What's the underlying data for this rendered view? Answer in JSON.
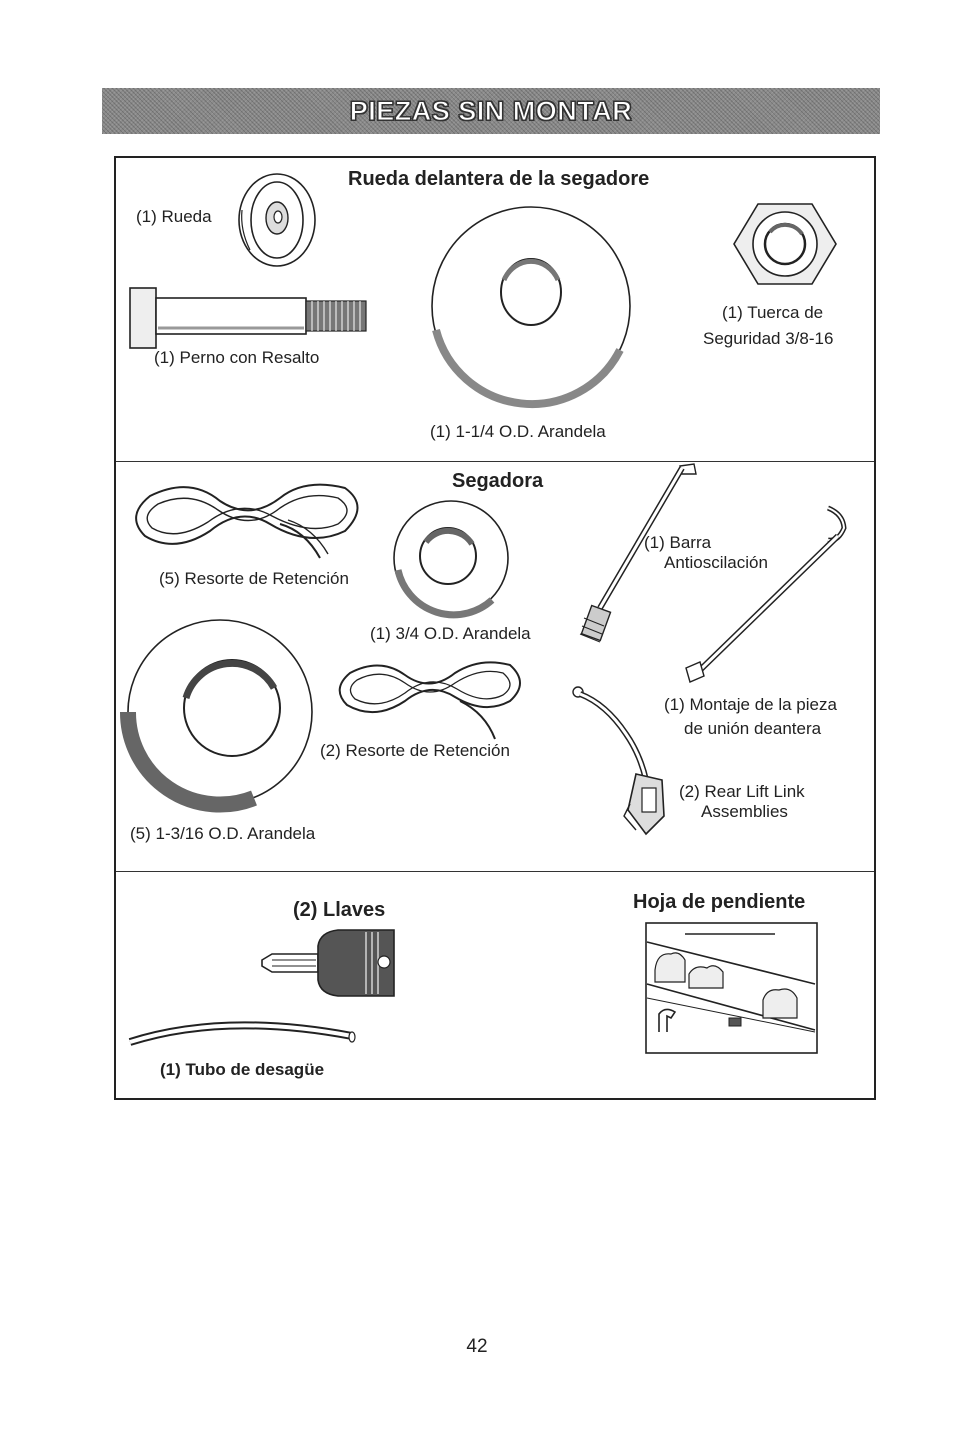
{
  "banner": {
    "title": "PIEZAS SIN MONTAR"
  },
  "sections": {
    "front_wheel": {
      "heading": "Rueda delantera de la segadore",
      "wheel": "(1) Rueda",
      "bolt": "(1) Perno  con Resalto",
      "washer": "(1) 1-1/4 O.D. Arandela",
      "nut": [
        "(1) Tuerca de",
        "Seguridad  3/8-16"
      ]
    },
    "mower": {
      "heading": "Segadora",
      "retainer_spring_5": "(5) Resorte de Retención",
      "washer_34": "(1) 3/4 O.D. Arandela",
      "retainer_spring_2": "(2) Resorte de Retención",
      "washer_1316": "(5) 1-3/16 O.D. Arandela",
      "anti_sway": [
        "(1) Barra",
        "Antioscilación"
      ],
      "front_link": [
        "(1) Montaje de la pieza",
        "de unión deantera"
      ],
      "rear_lift": [
        "(2) Rear Lift Link",
        "Assemblies"
      ]
    },
    "bottom": {
      "keys": "(2) Llaves",
      "drain_tube": "(1) Tubo de desagüe",
      "slope_sheet": "Hoja de pendiente"
    }
  },
  "page_number": "42"
}
